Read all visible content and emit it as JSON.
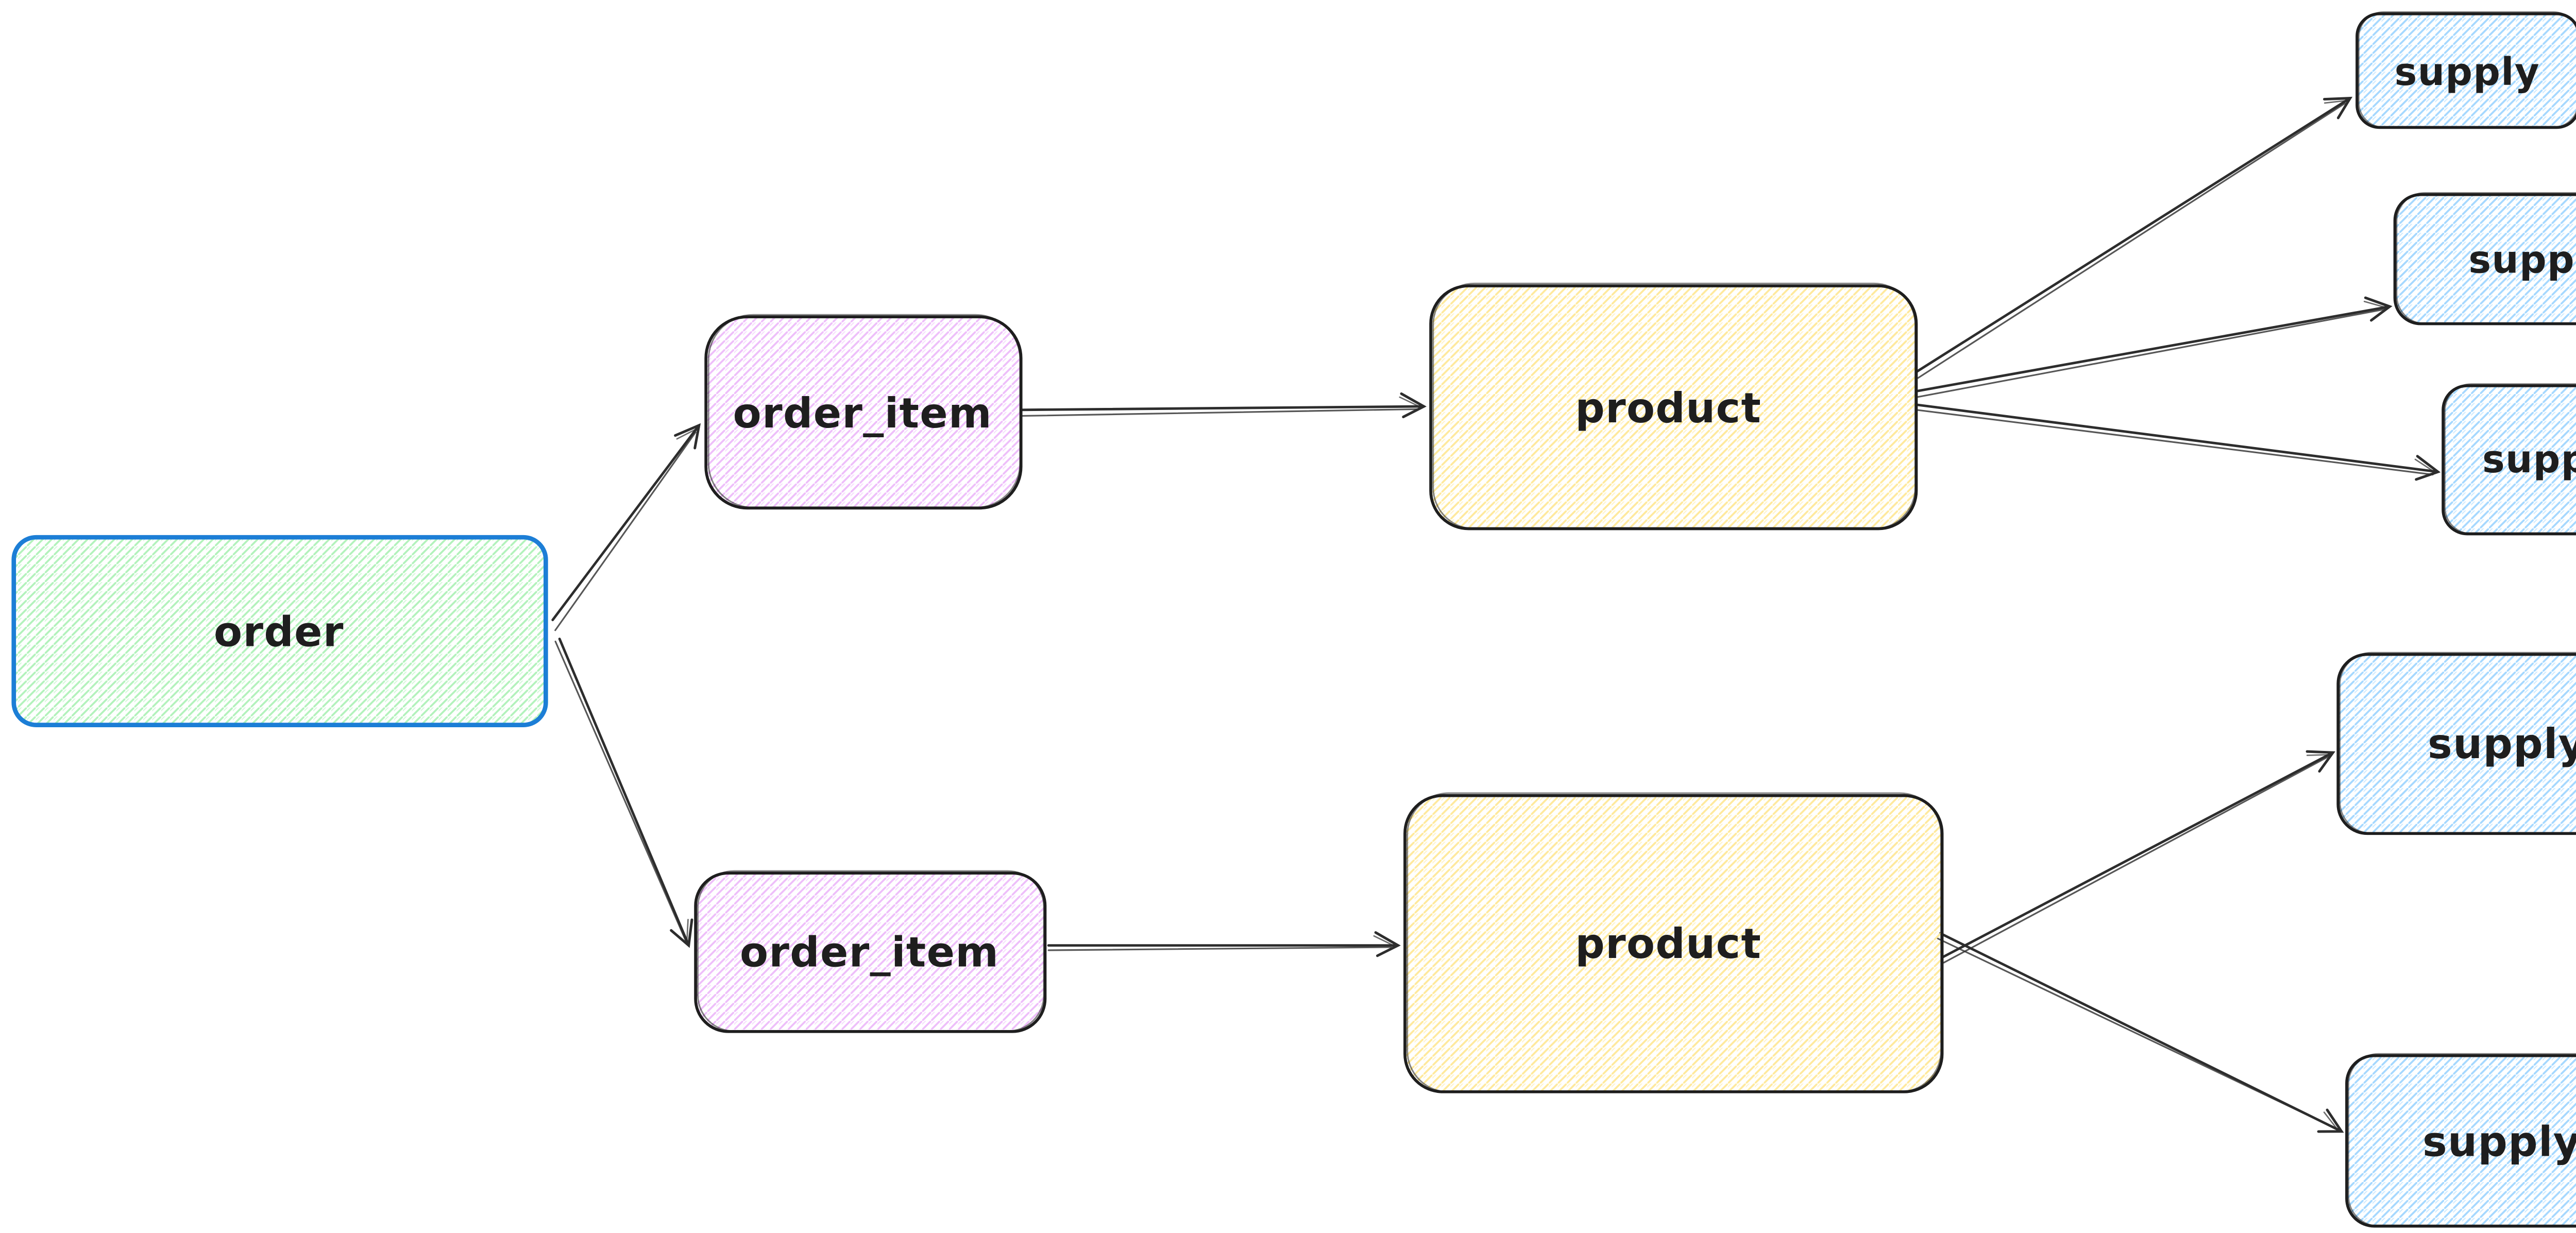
{
  "canvas": {
    "background": "#ffffff",
    "style": "hand-drawn sketch (hachure fill, rough strokes)"
  },
  "colors": {
    "text": "#1e1e1e",
    "arrow": "#2d2d2d",
    "dark_stroke": "#1e1e1e",
    "order_stroke_blue": "#1c7ed6",
    "hatch_green": "#b2f2bb",
    "hatch_grape": "#eebefa",
    "hatch_yellow": "#ffe99c",
    "hatch_blue": "#a5d8ff"
  },
  "diagram": {
    "nodes": [
      {
        "id": "order",
        "label": "order",
        "hatch": "#b2f2bb",
        "stroke": "#1c7ed6"
      },
      {
        "id": "order_item_top",
        "label": "order_item",
        "hatch": "#eebefa",
        "stroke": "#1e1e1e"
      },
      {
        "id": "order_item_bottom",
        "label": "order_item",
        "hatch": "#eebefa",
        "stroke": "#1e1e1e"
      },
      {
        "id": "product_top",
        "label": "product",
        "hatch": "#ffe99c",
        "stroke": "#1e1e1e"
      },
      {
        "id": "product_bottom",
        "label": "product",
        "hatch": "#ffe99c",
        "stroke": "#1e1e1e"
      },
      {
        "id": "supply_1",
        "label": "supply",
        "hatch": "#a5d8ff",
        "stroke": "#1e1e1e"
      },
      {
        "id": "supply_2",
        "label": "supply",
        "hatch": "#a5d8ff",
        "stroke": "#1e1e1e"
      },
      {
        "id": "supply_3",
        "label": "supply",
        "hatch": "#a5d8ff",
        "stroke": "#1e1e1e"
      },
      {
        "id": "supply_4",
        "label": "supply",
        "hatch": "#a5d8ff",
        "stroke": "#1e1e1e"
      },
      {
        "id": "supply_5",
        "label": "supply",
        "hatch": "#a5d8ff",
        "stroke": "#1e1e1e"
      }
    ],
    "edges": [
      {
        "from": "order",
        "to": "order_item_top"
      },
      {
        "from": "order",
        "to": "order_item_bottom"
      },
      {
        "from": "order_item_top",
        "to": "product_top"
      },
      {
        "from": "order_item_bottom",
        "to": "product_bottom"
      },
      {
        "from": "product_top",
        "to": "supply_1"
      },
      {
        "from": "product_top",
        "to": "supply_2"
      },
      {
        "from": "product_top",
        "to": "supply_3"
      },
      {
        "from": "product_bottom",
        "to": "supply_4"
      },
      {
        "from": "product_bottom",
        "to": "supply_5"
      }
    ]
  }
}
